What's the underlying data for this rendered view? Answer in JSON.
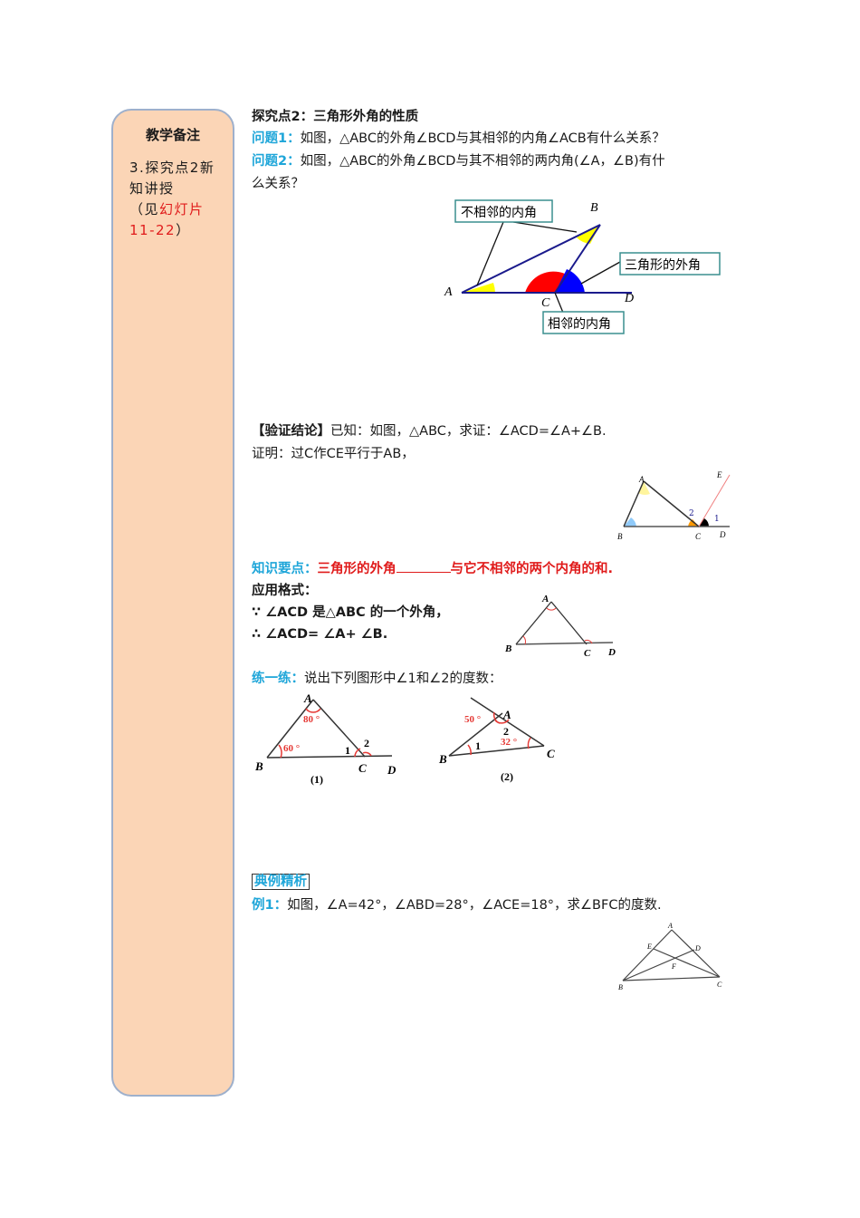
{
  "sidebar": {
    "title": "教学备注",
    "note_part1": "3.探究点2新知讲授",
    "note_open": "（见",
    "note_ref": "幻灯片11-22",
    "note_close": "）"
  },
  "section": {
    "heading": "探究点2：三角形外角的性质",
    "q1_label": "问题1：",
    "q1_text": "如图，△ABC的外角∠BCD与其相邻的内角∠ACB有什么关系？",
    "q2_label": "问题2：",
    "q2_text_line1": "如图，△ABC的外角∠BCD与其不相邻的两内角(∠A，∠B)有什",
    "q2_text_line2": "么关系？"
  },
  "figure1": {
    "callout_nonadjacent": "不相邻的内角",
    "callout_exterior": "三角形的外角",
    "callout_adjacent": "相邻的内角",
    "points": {
      "A": "A",
      "B": "B",
      "C": "C",
      "D": "D"
    },
    "colors": {
      "nonadjacent": "#ffff00",
      "adjacent": "#ff0000",
      "exterior": "#0000ff",
      "lines": "#1a1a8c",
      "callout_border": "#3a8f8f"
    }
  },
  "verify": {
    "label": "【验证结论】",
    "given": "已知：如图，△ABC，求证：∠ACD=∠A+∠B.",
    "proof": "证明：过C作CE平行于AB，"
  },
  "figure2": {
    "points": {
      "A": "A",
      "B": "B",
      "C": "C",
      "D": "D",
      "E": "E"
    },
    "angle_labels": {
      "one": "1",
      "two": "2"
    }
  },
  "keypoint": {
    "label": "知识要点：",
    "text_before": "三角形的外角",
    "text_after": "与它不相邻的两个内角的和."
  },
  "application": {
    "label": "应用格式：",
    "because": "∵ ∠ACD 是△ABC 的一个外角，",
    "therefore": "∴ ∠ACD= ∠A+ ∠B."
  },
  "figure3": {
    "points": {
      "A": "A",
      "B": "B",
      "C": "C",
      "D": "D"
    }
  },
  "practice": {
    "label": "练一练：",
    "text": "说出下列图形中∠1和∠2的度数：",
    "fig1": {
      "caption": "(1)",
      "angle_A": "80 °",
      "angle_B": "60 °",
      "one": "1",
      "two": "2",
      "points": {
        "A": "A",
        "B": "B",
        "C": "C",
        "D": "D"
      }
    },
    "fig2": {
      "caption": "(2)",
      "angle_ext": "50 °",
      "angle_C": "32 °",
      "one": "1",
      "two": "2",
      "points": {
        "A": "A",
        "B": "B",
        "C": "C"
      }
    }
  },
  "example": {
    "section_label": "典例精析",
    "label": "例1：",
    "text": "如图，∠A=42°，∠ABD=28°，∠ACE=18°，求∠BFC的度数.",
    "points": {
      "A": "A",
      "B": "B",
      "C": "C",
      "D": "D",
      "E": "E",
      "F": "F"
    }
  }
}
